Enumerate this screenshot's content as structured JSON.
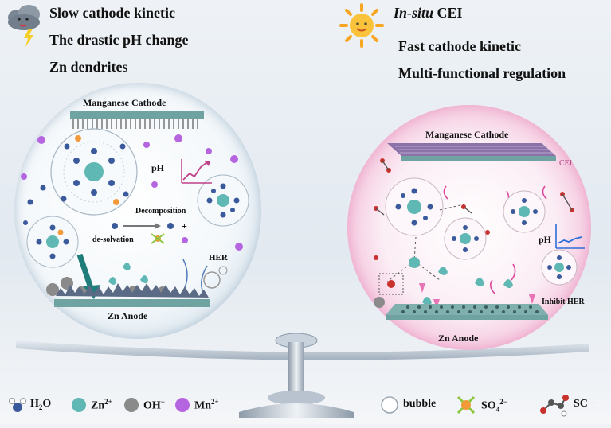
{
  "left_panel": {
    "issues": [
      "Slow cathode kinetic",
      "The drastic pH change",
      "Zn dendrites"
    ],
    "cathode_label": "Manganese   Cathode",
    "anode_label": "Zn   Anode",
    "ph_label": "pH",
    "decomposition_label": "Decomposition",
    "desolvation_label": "de-solvation",
    "her_label": "HER"
  },
  "right_panel": {
    "insitu_italic": "In-situ",
    "insitu_rest": " CEI",
    "benefits": [
      "Fast cathode kinetic",
      "Multi-functional regulation"
    ],
    "cathode_label": "Manganese   Cathode",
    "anode_label": "Zn   Anode",
    "cei_label": "CEI",
    "ph_label": "pH",
    "inhibit_label": "Inhibit  HER"
  },
  "legend": {
    "h2o": {
      "base": "H",
      "sub": "2",
      "tail": "O"
    },
    "zn": {
      "base": "Zn",
      "sup": "2+"
    },
    "oh": {
      "base": "OH",
      "sup": "−"
    },
    "mn": {
      "base": "Mn",
      "sup": "2+"
    },
    "bubble": "bubble",
    "so4": {
      "base": "SO",
      "sub": "4",
      "sup": "2−"
    },
    "sc": "SC −"
  },
  "colors": {
    "zn_ion": "#5fb8b3",
    "mn_ion": "#b565e0",
    "oh_ion": "#8a8a8a",
    "h2o": "#3a5a9c",
    "plate": "#6fa3a1",
    "pink_glow": "#f2a6cd",
    "ph_rise": "#c0408a",
    "ph_flat": "#2d6cd9"
  }
}
